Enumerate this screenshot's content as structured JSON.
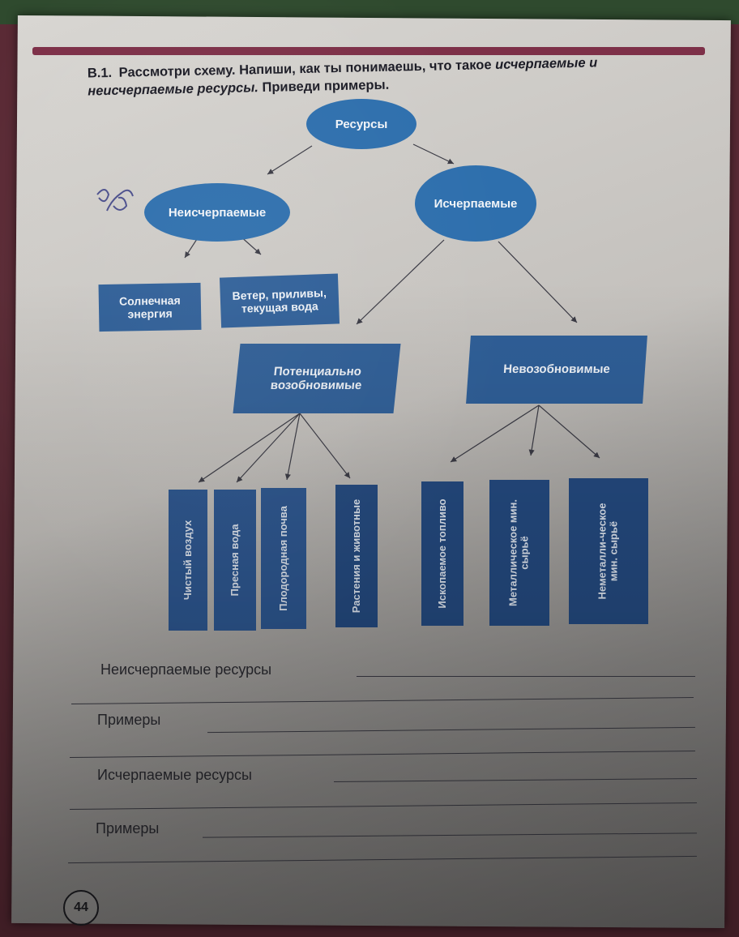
{
  "task": {
    "number": "В.1.",
    "text_part1": "Рассмотри схему. Напиши, как ты понимаешь, что такое",
    "text_emph": "исчерпаемые и неисчерпаемые ресурсы.",
    "text_part2": "Приведи примеры."
  },
  "diagram": {
    "root": "Ресурсы",
    "left_branch": "Неисчерпаемые",
    "right_branch": "Исчерпаемые",
    "left_children": [
      "Солнечная энергия",
      "Ветер, приливы, текущая вода"
    ],
    "right_children": [
      "Потенциально возобновимые",
      "Невозобновимые"
    ],
    "renewable_children": [
      "Чистый воздух",
      "Пресная вода",
      "Плодородная почва",
      "Растения и животные"
    ],
    "nonrenewable_children": [
      "Ископаемое топливо",
      "Металлическое мин. сырьё",
      "Неметалли-ческое мин. сырьё"
    ]
  },
  "fill_in": {
    "row1": "Неисчерпаемые ресурсы",
    "row2": "Примеры",
    "row3": "Исчерпаемые ресурсы",
    "row4": "Примеры"
  },
  "page_number": "44",
  "colors": {
    "node_fill": "#2f5f98",
    "ellipse_fill": "#2e6fad"
  }
}
